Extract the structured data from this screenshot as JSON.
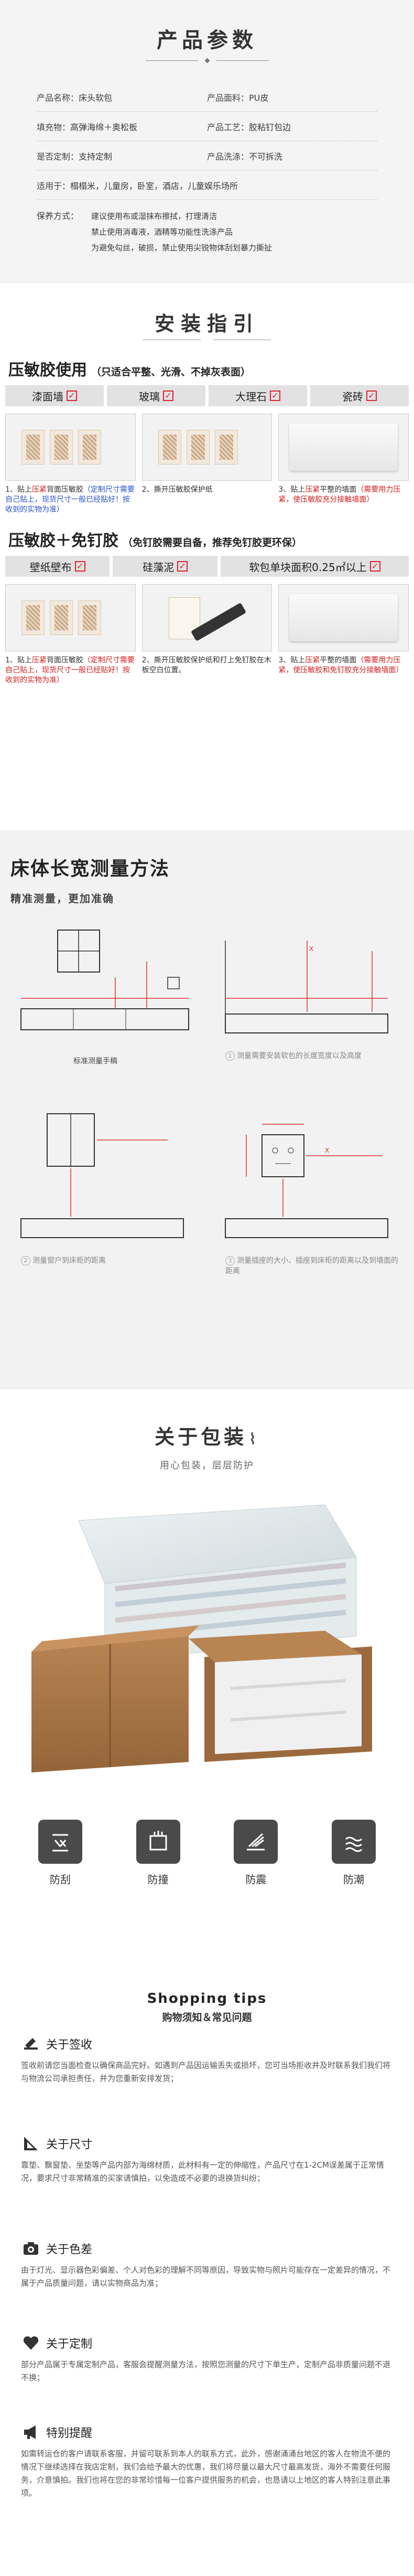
{
  "params": {
    "title": "产品参数",
    "rows": [
      [
        {
          "label": "产品名称：",
          "value": "床头软包"
        },
        {
          "label": "产品面料：",
          "value": "PU皮"
        }
      ],
      [
        {
          "label": "填充物：",
          "value": "高弹海绵＋奥松板"
        },
        {
          "label": "产品工艺：",
          "value": "胶粘钉包边"
        }
      ],
      [
        {
          "label": "是否定制：",
          "value": "支持定制"
        },
        {
          "label": "产品洗涤：",
          "value": "不可拆洗"
        }
      ],
      [
        {
          "label": "适用于：",
          "value": "榻榻米，儿童房，卧室，酒店，儿童娱乐场所"
        },
        {
          "label": "",
          "value": ""
        }
      ]
    ],
    "usage_label": "保养方式：",
    "usage_lines": [
      "建议使用布或湿抹布擦拭，打理清洁",
      "禁止使用消毒液，酒精等功能性洗涤产品",
      "为避免勾丝，破损，禁止使用尖锐物体刮划暴力撕扯"
    ]
  },
  "install": {
    "title": "安装指引",
    "block1_title": "压敏胶使用",
    "block1_sub": "（只适合平整、光滑、不掉灰表面）",
    "surfaces1": [
      "漆面墙",
      "玻璃",
      "大理石",
      "瓷砖"
    ],
    "steps1": [
      {
        "pre": "1、贴上",
        "red": "压紧",
        "mid": "背面压敏胶",
        "blue": "（定制尺寸需要自己贴上，现货尺寸一般已经贴好！按收到的实物为准）"
      },
      {
        "pre": "2、撕开压敏胶保护纸",
        "red": "",
        "mid": "",
        "blue": ""
      },
      {
        "pre": "3、贴上",
        "red": "压紧",
        "mid": "平整的墙面",
        "blue": "（需要用力压紧，使压敏胶充分接触墙面）"
      }
    ],
    "block2_title": "压敏胶＋免钉胶",
    "block2_sub": "（免钉胶需要自备，推荐免钉胶更环保）",
    "surfaces2": [
      "壁纸壁布",
      "硅藻泥",
      "软包单块面积0.25㎡以上"
    ],
    "steps2": [
      {
        "pre": "1、贴上",
        "red": "压紧",
        "mid": "背面压敏胶",
        "blue": "（定制尺寸需要自己贴上，现货尺寸一般已经贴好！按收到的实物为准）"
      },
      {
        "pre": "2、撕开压敏胶保护纸和打上免钉胶在木板空白位置。",
        "red": "",
        "mid": "",
        "blue": ""
      },
      {
        "pre": "3、贴上",
        "red": "压紧",
        "mid": "平整的墙面",
        "blue": "（需要用力压紧，使压敏胶和免钉胶充分接触墙面）"
      }
    ]
  },
  "measure": {
    "title": "床体长宽测量方法",
    "subtitle": "精准测量，更加准确",
    "captions": {
      "main": "标准测量手稿",
      "c1": "测量需要安装软包的长度宽度以及高度",
      "c2": "测量窗户到床柜的距离",
      "c3": "测量插座的大小、插座到床柜的距离以及到墙面的距离"
    },
    "nums": [
      "1",
      "2",
      "3"
    ]
  },
  "pack": {
    "title": "关于包装",
    "subtitle": "用心包装，层层防护",
    "features": [
      {
        "label": "防刮",
        "icon": "scratch-proof-icon"
      },
      {
        "label": "防撞",
        "icon": "impact-proof-icon"
      },
      {
        "label": "防震",
        "icon": "shock-proof-icon"
      },
      {
        "label": "防潮",
        "icon": "moisture-proof-icon"
      }
    ]
  },
  "tips": {
    "en": "Shopping tips",
    "cn": "购物须知＆常见问题",
    "items": [
      {
        "title": "关于签收",
        "icon": "signature-icon",
        "text": "签收前请您当面检查以确保商品完好。如遇到产品因运输丢失或损坏，您可当场拒收并及时联系我们我们将与物流公司承担责任，并为您重新安排发货；"
      },
      {
        "title": "关于尺寸",
        "icon": "ruler-icon",
        "text": "靠垫、飘窗垫、坐垫等产品内部为海绵材质，此材料有一定的伸缩性，产品尺寸在1-2CM误差属于正常情况，要求尺寸非常精准的买家请慎拍，以免造成不必要的退换货纠纷；"
      },
      {
        "title": "关于色差",
        "icon": "camera-icon",
        "text": "由于灯光、显示器色彩偏差、个人对色彩的理解不同等原因，导致实物与照片可能存在一定差异的情况，不属于产品质量问题，请以实物商品为准；"
      },
      {
        "title": "关于定制",
        "icon": "heart-icon",
        "text": "部分产品属于专属定制产品，客服会提醒测量方法，按照您测量的尺寸下单生产，定制产品非质量问题不退不换；"
      },
      {
        "title": "特别提醒",
        "icon": "megaphone-icon",
        "text": "如需转运仓的客户请联系客服，并留可联系到本人的联系方式，此外，感谢涌涌台地区的客人在物流不便的情况下继续选择在我店定制，我们会给予最大的优惠，我们将尽量以最大尺寸最高发货，海外不需要任何服务，介意慎拍。我们也将在您的非常珍惜每一位客户提供服务的机会，也恳请以上地区的客人特别注意此事项。"
      }
    ]
  }
}
